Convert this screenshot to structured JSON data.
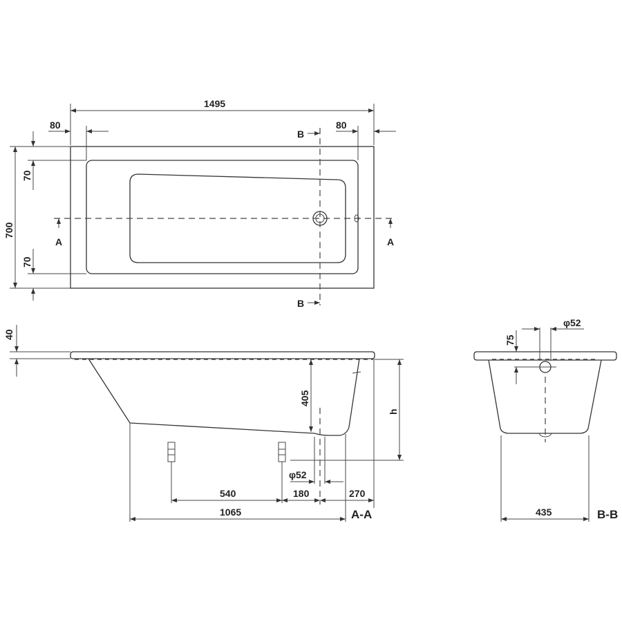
{
  "drawing": {
    "top_view": {
      "length": "1495",
      "rim_left": "80",
      "rim_right": "80",
      "width": "700",
      "rim_top": "70",
      "rim_bottom": "70",
      "section_a_left": "A",
      "section_a_right": "A",
      "section_b_top": "B",
      "section_b_bottom": "B"
    },
    "section_aa": {
      "rim_thickness": "40",
      "depth": "405",
      "height": "h",
      "overflow_diameter": "φ52",
      "feet_spacing": "540",
      "drain_to_foot": "180",
      "drain_to_end": "270",
      "foot_to_end": "1065",
      "title": "A-A"
    },
    "section_bb": {
      "overflow_offset": "75",
      "overflow_diameter": "φ52",
      "bottom_width": "435",
      "title": "B-B"
    }
  }
}
